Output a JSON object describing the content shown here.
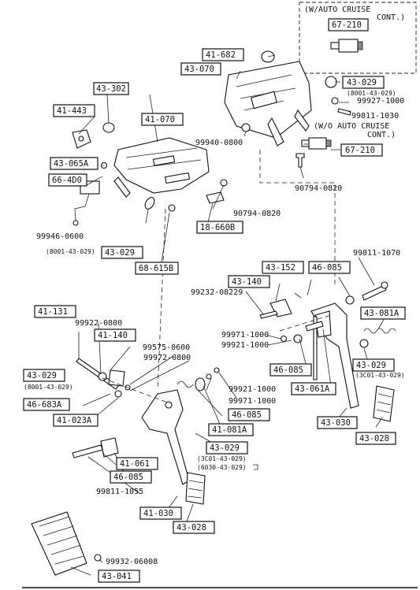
{
  "callouts": [
    {
      "id": "c-67-210-top",
      "text": "67-210"
    },
    {
      "id": "c-41-682",
      "text": "41-682"
    },
    {
      "id": "c-43-070",
      "text": "43-070"
    },
    {
      "id": "c-43-029-top",
      "text": "43-029"
    },
    {
      "id": "c-43-302",
      "text": "43-302"
    },
    {
      "id": "c-41-443",
      "text": "41-443"
    },
    {
      "id": "c-41-070",
      "text": "41-070"
    },
    {
      "id": "c-67-210-mid",
      "text": "67-210"
    },
    {
      "id": "c-43-065a",
      "text": "43-065A"
    },
    {
      "id": "c-66-4d0",
      "text": "66-4D0"
    },
    {
      "id": "c-18-660b",
      "text": "18-660B"
    },
    {
      "id": "c-43-029-left",
      "text": "43-029"
    },
    {
      "id": "c-68-615b",
      "text": "68-615B"
    },
    {
      "id": "c-43-152",
      "text": "43-152"
    },
    {
      "id": "c-46-085-r1",
      "text": "46-085"
    },
    {
      "id": "c-43-140-r",
      "text": "43-140"
    },
    {
      "id": "c-43-081a",
      "text": "43-081A"
    },
    {
      "id": "c-41-131",
      "text": "41-131"
    },
    {
      "id": "c-41-140",
      "text": "41-140"
    },
    {
      "id": "c-43-029-rmid",
      "text": "43-029"
    },
    {
      "id": "c-46-085-r2",
      "text": "46-085"
    },
    {
      "id": "c-43-029-lmid",
      "text": "43-029"
    },
    {
      "id": "c-46-683a",
      "text": "46-683A"
    },
    {
      "id": "c-43-061a",
      "text": "43-061A"
    },
    {
      "id": "c-46-085-c",
      "text": "46-085"
    },
    {
      "id": "c-41-023a",
      "text": "41-023A"
    },
    {
      "id": "c-41-081a",
      "text": "41-081A"
    },
    {
      "id": "c-43-030-r",
      "text": "43-030"
    },
    {
      "id": "c-43-028-r",
      "text": "43-028"
    },
    {
      "id": "c-41-061",
      "text": "41-061"
    },
    {
      "id": "c-43-029-low",
      "text": "43-029"
    },
    {
      "id": "c-46-085-l",
      "text": "46-085"
    },
    {
      "id": "c-41-030",
      "text": "41-030"
    },
    {
      "id": "c-43-028-l",
      "text": "43-028"
    },
    {
      "id": "c-43-041",
      "text": "43-041"
    }
  ],
  "part_numbers": [
    {
      "id": "p-99927-1000",
      "text": "99927-1000"
    },
    {
      "id": "p-99811-1030",
      "text": "99811-1030"
    },
    {
      "id": "p-99940-0800",
      "text": "99940-0800"
    },
    {
      "id": "p-90794-0820-a",
      "text": "90794-0820"
    },
    {
      "id": "p-90794-0820-b",
      "text": "90794-0820"
    },
    {
      "id": "p-99946-0600",
      "text": "99946-0600"
    },
    {
      "id": "p-99811-1070",
      "text": "99811-1070"
    },
    {
      "id": "p-99232-08229",
      "text": "99232-08229"
    },
    {
      "id": "p-99922-0800",
      "text": "99922-0800"
    },
    {
      "id": "p-99971-1000-a",
      "text": "99971-1000"
    },
    {
      "id": "p-99921-1000-a",
      "text": "99921-1000"
    },
    {
      "id": "p-99575-0600",
      "text": "99575-0600"
    },
    {
      "id": "p-99972-0800",
      "text": "99972-0800"
    },
    {
      "id": "p-99921-1000-b",
      "text": "99921-1000"
    },
    {
      "id": "p-99971-1000-b",
      "text": "99971-1000"
    },
    {
      "id": "p-99811-1055",
      "text": "99811-1055"
    },
    {
      "id": "p-99932-06008",
      "text": "99932-06008"
    }
  ],
  "sub_numbers": [
    {
      "id": "s-8001-top",
      "text": "(8001-43-029)"
    },
    {
      "id": "s-8001-left",
      "text": "(8001-43-029)"
    },
    {
      "id": "s-3c01-r",
      "text": "(3C01-43-029)"
    },
    {
      "id": "s-8001-lmid",
      "text": "(8001-43-029)"
    },
    {
      "id": "s-3c01-low",
      "text": "(3C01-43-029)"
    },
    {
      "id": "s-6030-low",
      "text": "(6030-43-029)"
    }
  ],
  "notes": {
    "auto_cruise_1": "(W/AUTO CRUISE",
    "auto_cruise_2": "CONT.)",
    "wo_cruise_1": "(W/O AUTO CRUISE",
    "wo_cruise_2": "CONT.)"
  }
}
